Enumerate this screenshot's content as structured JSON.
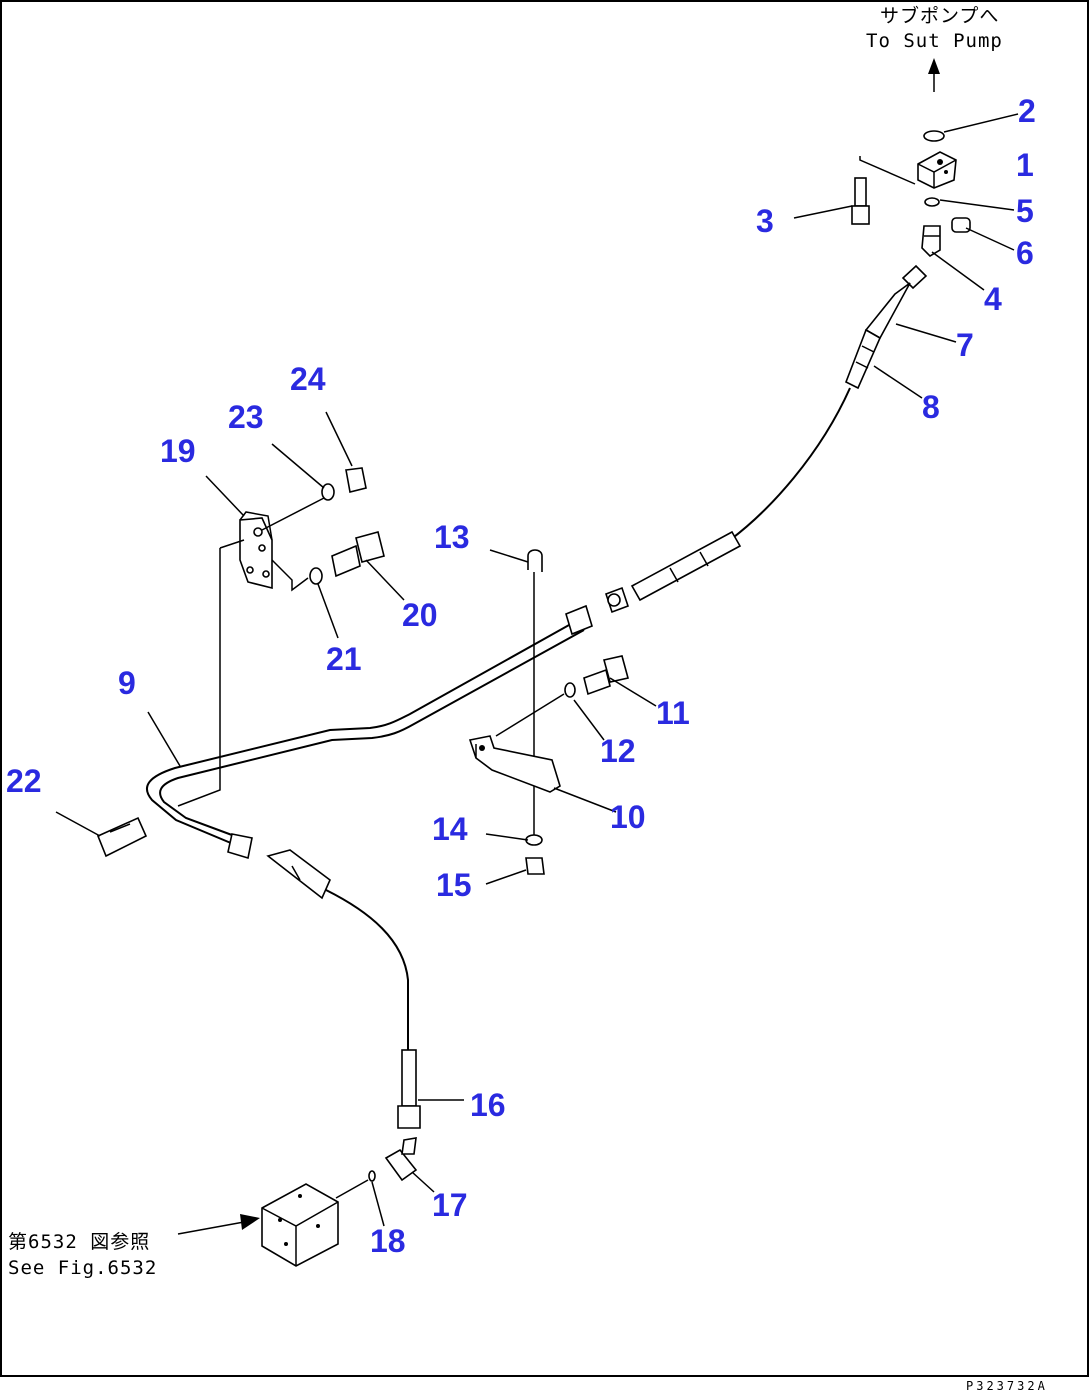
{
  "notes": {
    "top_jp": "サブポンプへ",
    "top_en": "To Sut Pump",
    "bottom_jp": "第6532 図参照",
    "bottom_en": "See Fig.6532",
    "drawing_code": "P323732A"
  },
  "labels": [
    "1",
    "2",
    "3",
    "4",
    "5",
    "6",
    "7",
    "8",
    "9",
    "10",
    "11",
    "12",
    "13",
    "14",
    "15",
    "16",
    "17",
    "18",
    "19",
    "20",
    "21",
    "22",
    "23",
    "24"
  ],
  "colors": {
    "label": "#2a2ae0",
    "line": "#000000",
    "frame": "#000000"
  }
}
